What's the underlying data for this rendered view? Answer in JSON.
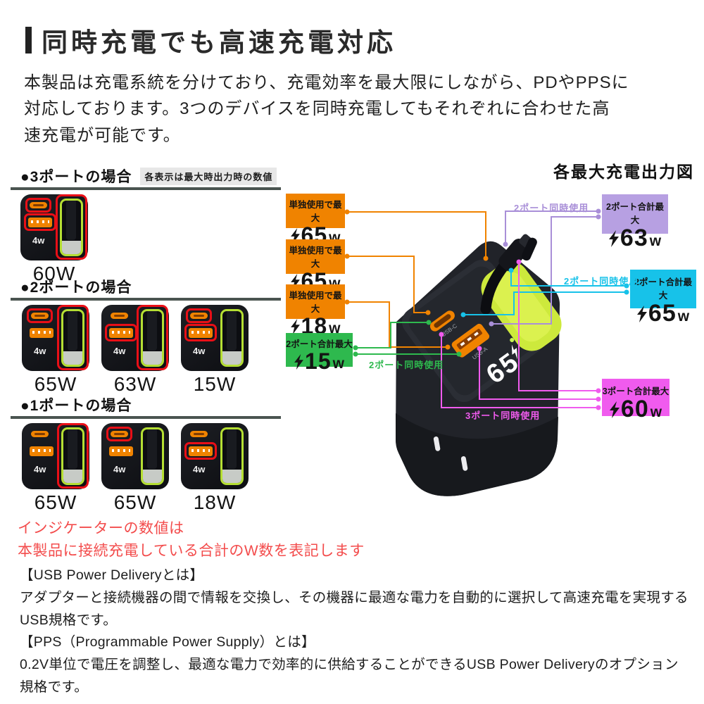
{
  "heading": {
    "title": "同時充電でも高速充電対応"
  },
  "intro": {
    "text": "本製品は充電系統を分けており、充電効率を最大限にしながら、PDやPPSに\n対応しております。3つのデバイスを同時充電してもそれぞれに合わせた高\n速充電が可能です。"
  },
  "port_sections": [
    {
      "title": "●3ポートの場合",
      "note": "各表示は最大時出力時の数値",
      "figures": [
        {
          "label": "60W",
          "highlighted_ports": "USB-C, USB-A, cable"
        }
      ]
    },
    {
      "title": "●2ポートの場合",
      "figures": [
        {
          "label": "65W",
          "highlighted_ports": "USB-C, cable"
        },
        {
          "label": "63W",
          "highlighted_ports": "USB-A, cable"
        },
        {
          "label": "15W",
          "highlighted_ports": "USB-C, USB-A"
        }
      ]
    },
    {
      "title": "●1ポートの場合",
      "figures": [
        {
          "label": "65W",
          "highlighted_ports": "cable"
        },
        {
          "label": "65W",
          "highlighted_ports": "USB-C"
        },
        {
          "label": "18W",
          "highlighted_ports": "USB-A"
        }
      ]
    }
  ],
  "device": {
    "logo": "4w",
    "display_value": "65",
    "usb_c_label": "USB-C",
    "usb_a_label": "USB-A"
  },
  "diagram": {
    "title": "各最大充電出力図",
    "callouts": [
      {
        "label": "単独使用で最大",
        "value": "65",
        "unit": "w",
        "color": "#f08300",
        "target": "built-in cable"
      },
      {
        "label": "単独使用で最大",
        "value": "65",
        "unit": "w",
        "color": "#f08300",
        "target": "USB-C port"
      },
      {
        "label": "単独使用で最大",
        "value": "18",
        "unit": "w",
        "color": "#f08300",
        "target": "USB-A port"
      },
      {
        "label": "2ポート合計最大",
        "value": "15",
        "unit": "w",
        "color": "#2eb94e",
        "target": "USB-C + USB-A"
      },
      {
        "label": "2ポート合計最大",
        "value": "63",
        "unit": "w",
        "color": "#b7a0e2",
        "target": "cable + USB-A"
      },
      {
        "label": "2ポート合計最大",
        "value": "65",
        "unit": "w",
        "color": "#17c2e9",
        "target": "cable + USB-C"
      },
      {
        "label": "3ポート合計最大",
        "value": "60",
        "unit": "w",
        "color": "#f05bee",
        "target": "all three ports"
      }
    ],
    "float_labels": [
      {
        "text": "2ポート同時使用",
        "color": "#a98fd8"
      },
      {
        "text": "2ポート同時使用",
        "color": "#17c2e9"
      },
      {
        "text": "2ポート同時使用",
        "color": "#2eb94e"
      },
      {
        "text": "3ポート同時使用",
        "color": "#f05bee"
      }
    ]
  },
  "indicator_note": {
    "text": "インジケーターの数値は\n本製品に接続充電している合計のW数を表記します"
  },
  "glossary": {
    "entries": [
      "【USB Power Deliveryとは】",
      "アダプターと接続機器の間で情報を交換し、その機器に最適な電力を自動的に選択して高速充電を実現するUSB規格です。",
      "【PPS（Programmable Power Supply）とは】",
      "0.2V単位で電圧を調整し、最適な電力で効率的に供給することができるUSB Power Deliveryのオプション規格です。"
    ]
  },
  "colors": {
    "accent_orange": "#f08300",
    "accent_green": "#2eb94e",
    "accent_cyan": "#17c2e9",
    "accent_lavender": "#b7a0e2",
    "accent_magenta": "#f05bee",
    "line_purple": "#a98fd8",
    "highlight_red": "#e90f17",
    "note_red": "#f34c4c",
    "divider": "#4a5450",
    "cable_green": "#b5df33"
  }
}
